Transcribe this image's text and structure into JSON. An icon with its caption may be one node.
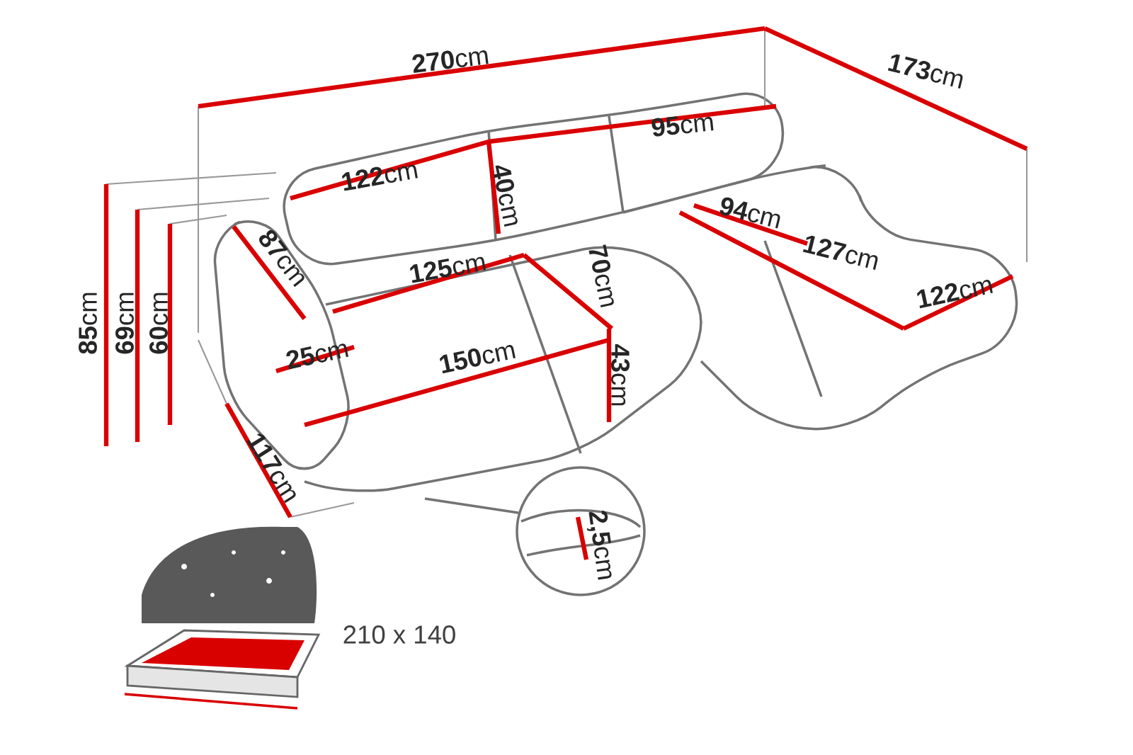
{
  "diagram": {
    "labels": [
      "**270**cm",
      "**173**cm",
      "**95**cm",
      "**122**cm",
      "**40**cm",
      "**94**cm",
      "**87**cm",
      "**125**cm",
      "**70**cm",
      "**127**cm",
      "**122**cm",
      "**85**cm",
      "**69**cm",
      "**60**cm",
      "**25**cm",
      "**150**cm",
      "**43**cm",
      "**117**cm",
      "**2,5**cm",
      "210 x 140"
    ]
  }
}
